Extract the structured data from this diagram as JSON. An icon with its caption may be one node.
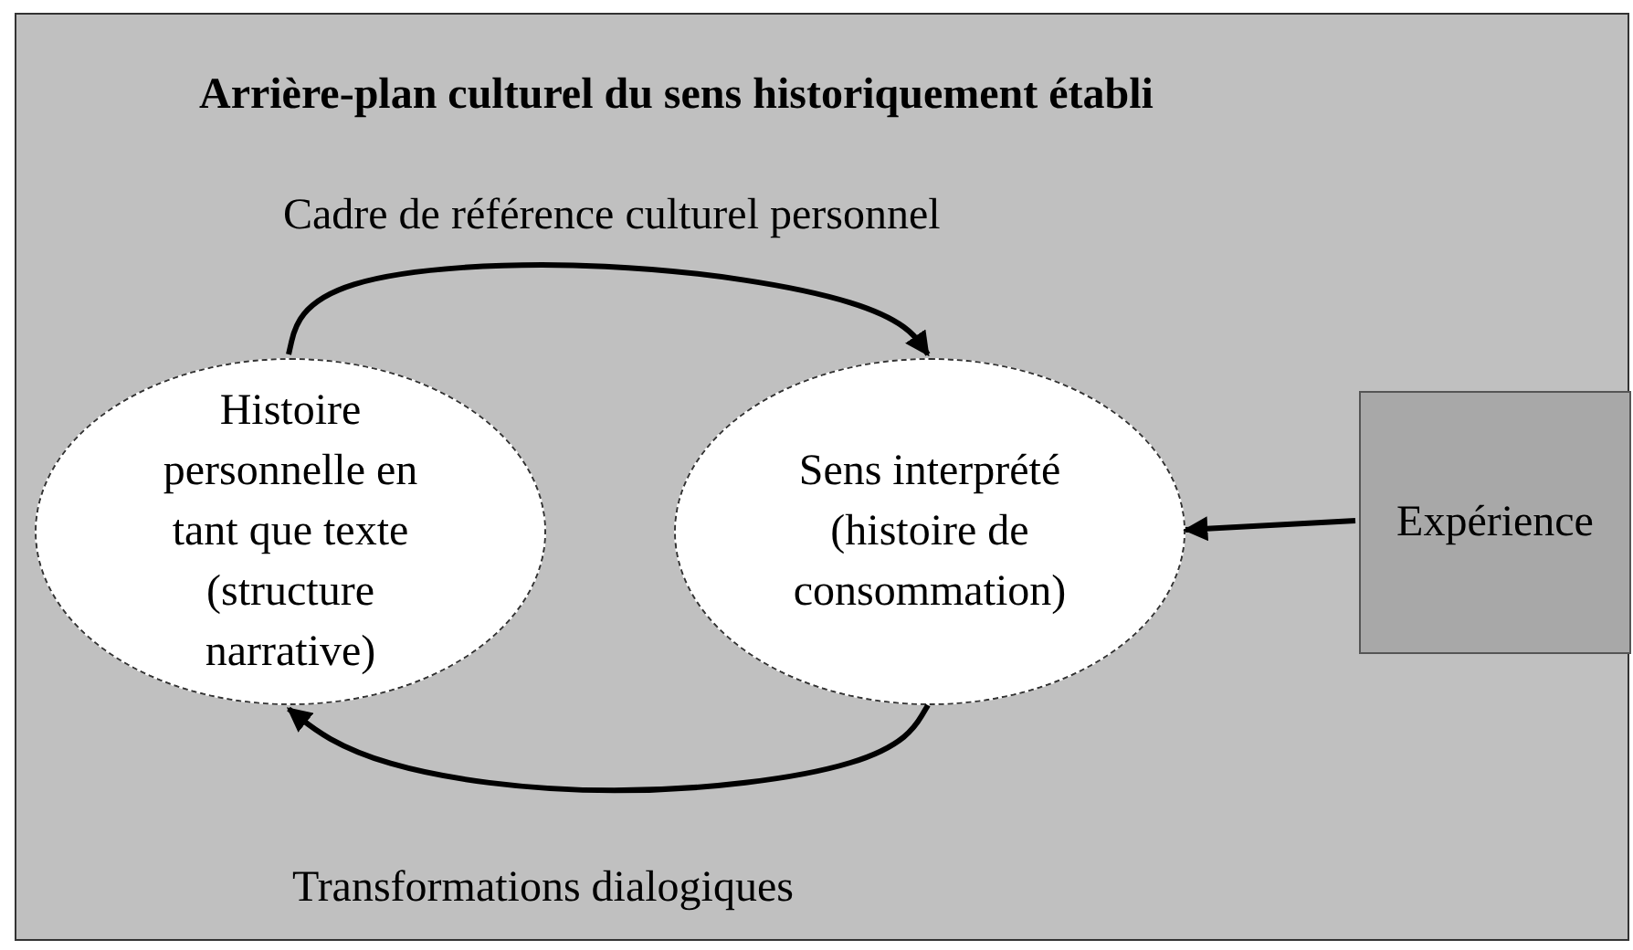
{
  "diagram": {
    "nodes": [
      {
        "text": [
          "Arrière-plan culturel du sens historiquement établi"
        ]
      },
      {
        "text": [
          "Histoire personnelle en tant que texte (structure narrative)"
        ],
        "in": 0
      },
      {
        "text": [
          "Sens interprété (histoire de consommation)"
        ],
        "in": 0
      },
      {
        "text": [
          "Expérience"
        ],
        "in": 0
      }
    ],
    "edges": [
      {
        "from": 1,
        "to": 2,
        "arrow": "to",
        "label": "Cadre de référence culturel personnel"
      },
      {
        "from": 2,
        "to": 1,
        "arrow": "to",
        "label": "Transformations dialogiques"
      },
      {
        "from": 3,
        "to": 2,
        "arrow": "to"
      }
    ]
  }
}
